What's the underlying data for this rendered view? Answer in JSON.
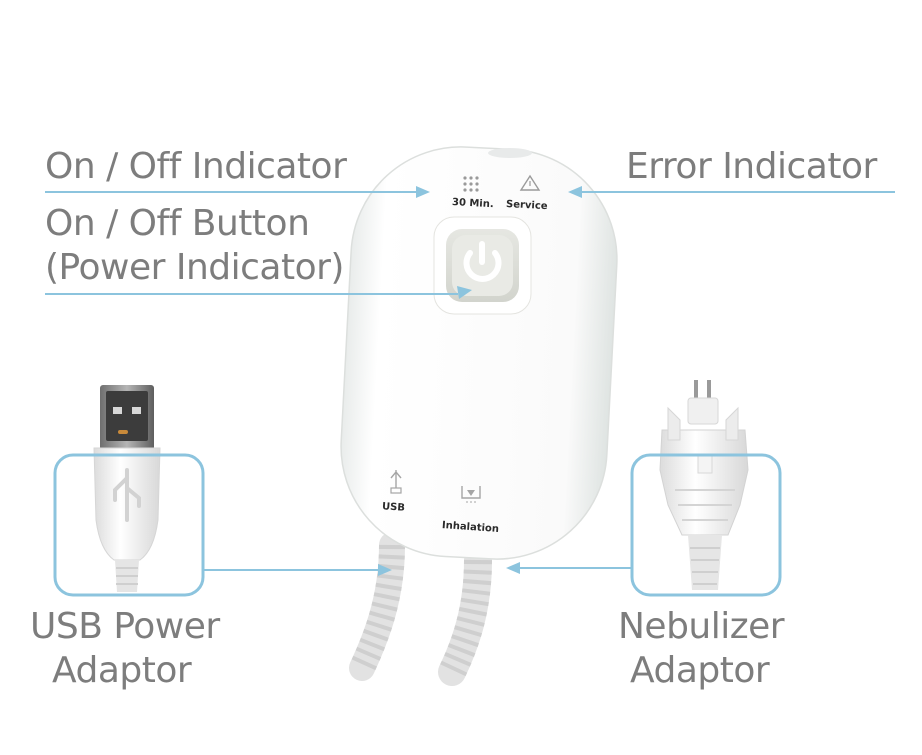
{
  "callouts": {
    "on_off_indicator": "On / Off Indicator",
    "on_off_button_line1": "On / Off Button",
    "on_off_button_line2": "(Power Indicator)",
    "error_indicator": "Error Indicator",
    "usb_power_line1": "USB Power",
    "usb_power_line2": "Adaptor",
    "nebulizer_line1": "Nebulizer",
    "nebulizer_line2": "Adaptor"
  },
  "device": {
    "timer_label": "30 Min.",
    "service_label": "Service",
    "usb_port_label": "USB",
    "inhalation_port_label": "Inhalation"
  },
  "colors": {
    "callout_text": "#7d7d7d",
    "leader_line": "#8cc4de",
    "device_body": "#ffffff",
    "device_accent": "#bfe6dc"
  }
}
